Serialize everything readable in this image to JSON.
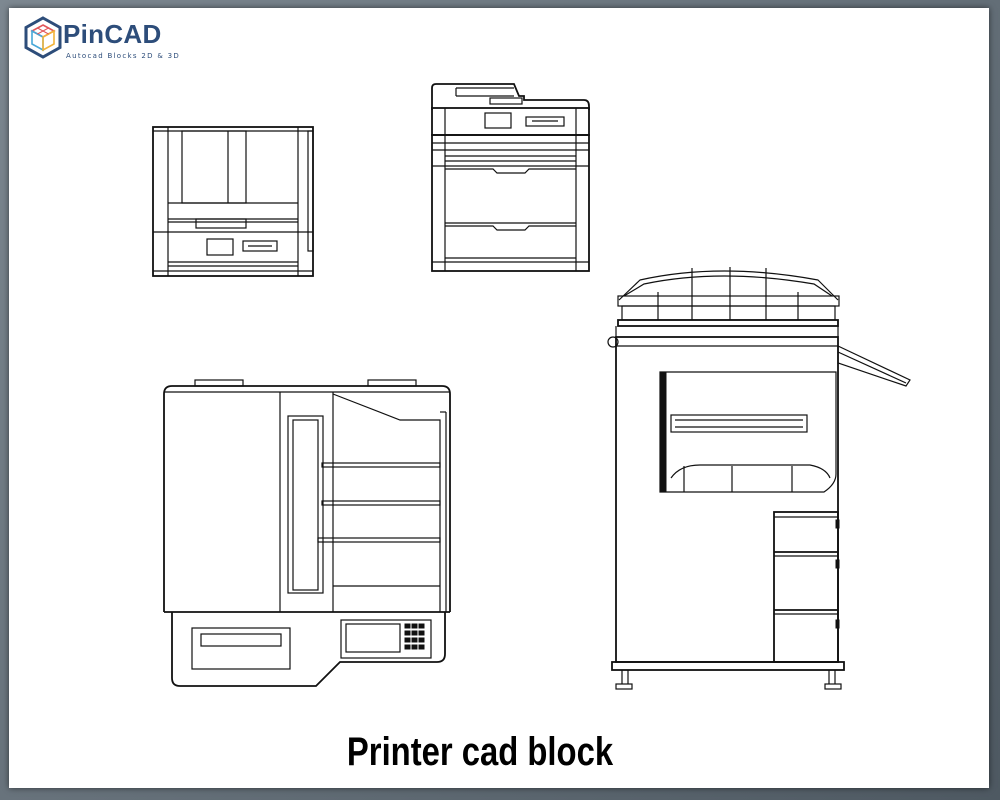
{
  "logo": {
    "name": "PinCAD",
    "tagline": "Autocad Blocks 2D & 3D"
  },
  "caption": "Printer cad block"
}
